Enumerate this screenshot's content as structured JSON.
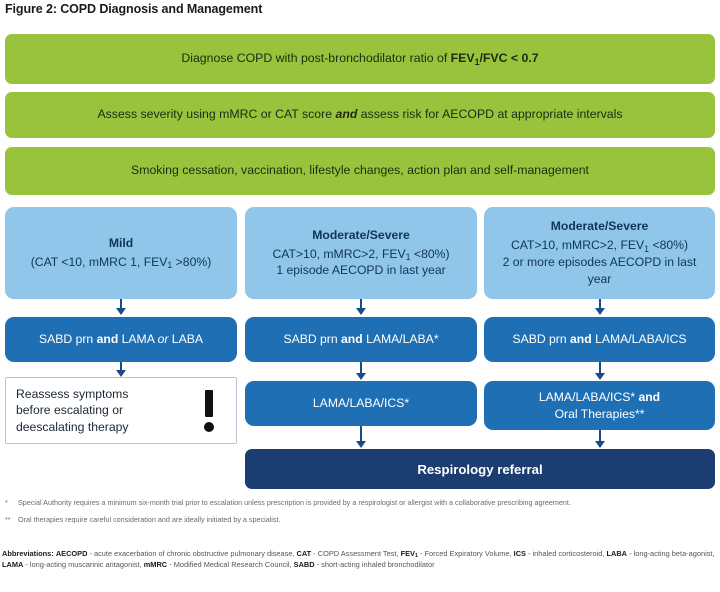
{
  "figure": {
    "title": "Figure 2: COPD Diagnosis and Management"
  },
  "colors": {
    "green": "#9ac33d",
    "light_blue": "#8fc6ea",
    "medium_blue": "#1f6fb4",
    "dark_blue": "#1c3d71",
    "connector": "#1c4a86"
  },
  "steps": {
    "diagnose": {
      "text_before": "Diagnose COPD with post-bronchodilator ratio of ",
      "bold_part": "FEV",
      "bold_sub": "1",
      "bold_tail": "/FVC < 0.7"
    },
    "assess": {
      "part1": "Assess severity using mMRC or CAT score ",
      "emphasis": "and",
      "part2": " assess risk for AECOPD at appropriate intervals"
    },
    "lifestyle": {
      "text": "Smoking cessation, vaccination, lifestyle changes, action plan and self-management"
    }
  },
  "severity": [
    {
      "title": "Mild",
      "line1_a": "(CAT <10, mMRC 1, FEV",
      "line1_sub": "1",
      "line1_b": " >80%)",
      "line2": ""
    },
    {
      "title": "Moderate/Severe",
      "line1_a": "CAT>10, mMRC>2, FEV",
      "line1_sub": "1",
      "line1_b": " <80%)",
      "line2": "1 episode AECOPD in last year"
    },
    {
      "title": "Moderate/Severe",
      "line1_a": "CAT>10, mMRC>2, FEV",
      "line1_sub": "1",
      "line1_b": " <80%)",
      "line2": "2 or more episodes AECOPD in last year"
    }
  ],
  "treatments": {
    "tx1": {
      "a": "SABD prn ",
      "bold": "and",
      "b": " LAMA ",
      "italic": "or",
      "c": " LABA"
    },
    "tx2": {
      "a": "SABD prn ",
      "bold": "and",
      "b": " LAMA/LABA*"
    },
    "tx3": {
      "a": "SABD prn ",
      "bold": "and",
      "b": " LAMA/LABA/ICS"
    },
    "tx4": {
      "a": "LAMA/LABA/ICS*"
    },
    "tx5": {
      "a": "LAMA/LABA/ICS* ",
      "bold": "and",
      "b": "Oral Therapies**"
    }
  },
  "reassess": {
    "line1": "Reassess symptoms",
    "line2": "before escalating or",
    "line3": "deescalating therapy",
    "icon": "exclamation-mark"
  },
  "referral": {
    "label": "Respirology referral"
  },
  "footnotes": [
    {
      "mark": "*",
      "text": "Special Authority requires a minimum six-month trial prior to escalation unless prescription is provided by a respirologist or allergist with a collaborative prescribing agreement."
    },
    {
      "mark": "**",
      "text": "Oral therapies require careful consideration and are ideally initiated by a specialist."
    }
  ],
  "abbreviations": {
    "heading": "Abbreviations:",
    "entries": [
      {
        "term": "AECOPD",
        "definition": " - acute exacerbation of chronic obstructive pulmonary disease, "
      },
      {
        "term": "CAT",
        "definition": " - COPD Assessment Test, "
      },
      {
        "term": "FEV1",
        "definition": " - Forced Expiratory Volume, "
      },
      {
        "term": "ICS",
        "definition": " - inhaled corticosteroid, "
      },
      {
        "term": "LABA",
        "definition": " - long-acting beta-agonist, "
      },
      {
        "term": "LAMA",
        "definition": " - long-acting muscarinic antagonist, "
      },
      {
        "term": "mMRC",
        "definition": " - Modified Medical Research Council, "
      },
      {
        "term": "SABD",
        "definition": " - short-acting inhaled bronchodilator"
      }
    ]
  }
}
